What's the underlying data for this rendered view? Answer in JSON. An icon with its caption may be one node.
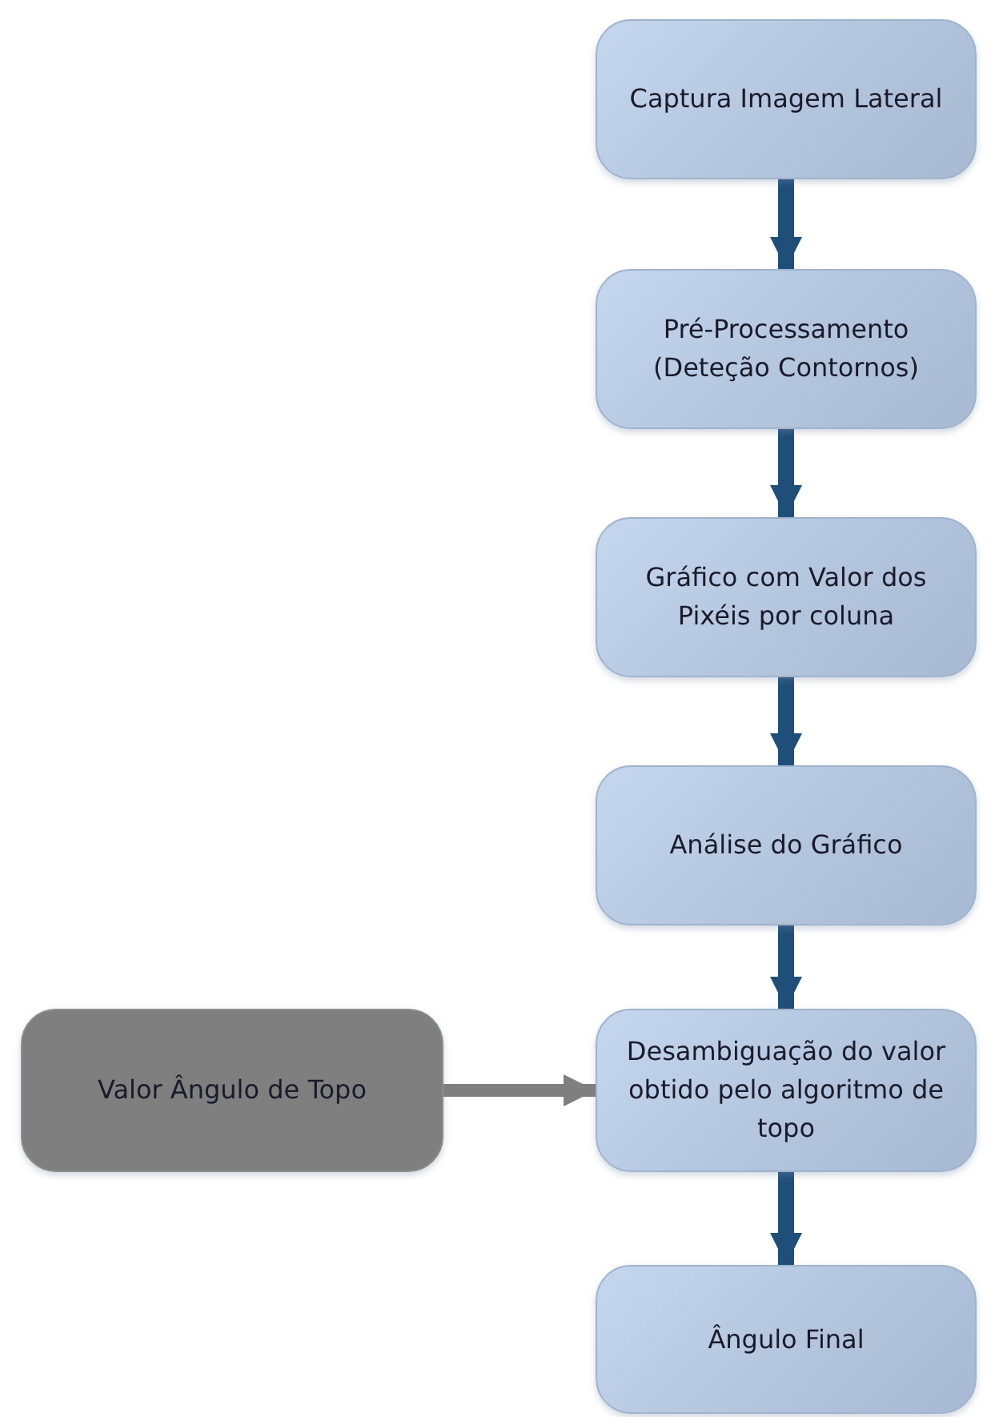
{
  "diagram": {
    "nodes": [
      {
        "text": [
          "Captura Imagem Lateral"
        ]
      },
      {
        "text": [
          "Pré-Processamento (Deteção Contornos)"
        ]
      },
      {
        "text": [
          "Gráfico com Valor dos Pixéis por coluna"
        ]
      },
      {
        "text": [
          "Análise do Gráfico"
        ]
      },
      {
        "text": [
          "Desambiguação do valor obtido pelo algoritmo de topo"
        ]
      },
      {
        "text": [
          "Ângulo Final"
        ]
      },
      {
        "text": [
          "Valor Ângulo de Topo"
        ]
      }
    ],
    "edges": [
      {
        "from": 0,
        "to": 1,
        "arrow": "to"
      },
      {
        "from": 1,
        "to": 2,
        "arrow": "to"
      },
      {
        "from": 2,
        "to": 3,
        "arrow": "to"
      },
      {
        "from": 3,
        "to": 4,
        "arrow": "to"
      },
      {
        "from": 4,
        "to": 5,
        "arrow": "to"
      },
      {
        "from": 6,
        "to": 4,
        "arrow": "to",
        "color": "#7f7f7f"
      }
    ]
  }
}
